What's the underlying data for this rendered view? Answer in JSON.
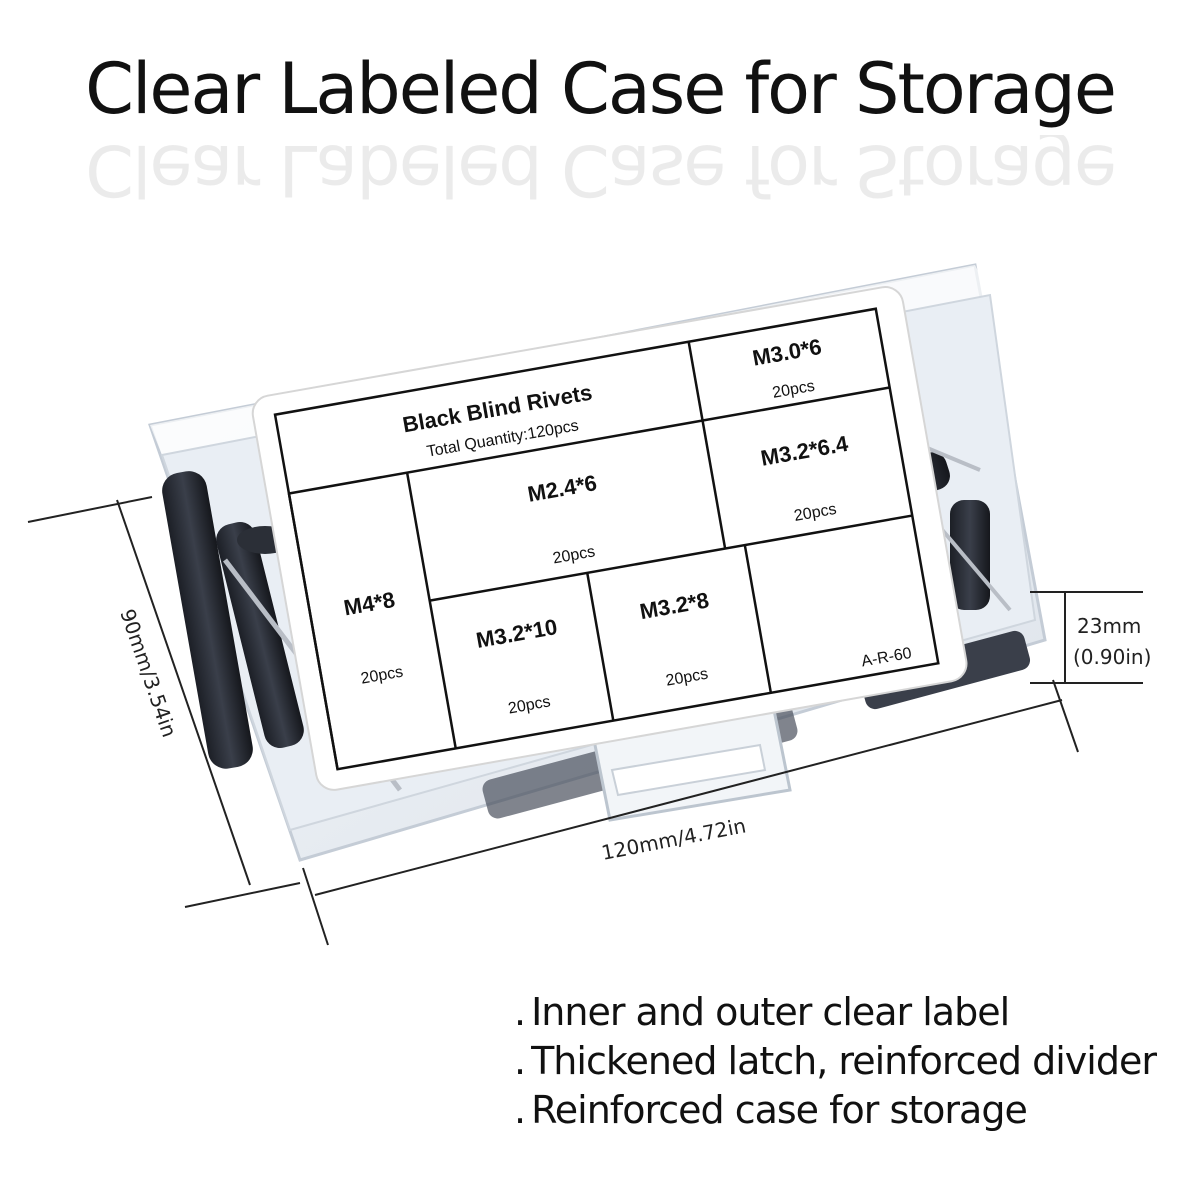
{
  "headline": "Clear Labeled Case for Storage",
  "case_label": {
    "title": "Black Blind Rivets",
    "total": "Total Quantity:120pcs",
    "model": "A-R-60",
    "cells": [
      {
        "size": "M3.0*6",
        "qty": "20pcs"
      },
      {
        "size": "M2.4*6",
        "qty": "20pcs"
      },
      {
        "size": "M4*8",
        "qty": "20pcs"
      },
      {
        "size": "M3.2*10",
        "qty": "20pcs"
      },
      {
        "size": "M3.2*8",
        "qty": "20pcs"
      },
      {
        "size": "M3.2*6.4",
        "qty": "20pcs"
      }
    ]
  },
  "dimensions": {
    "width": "120mm/4.72in",
    "depth": "90mm/3.54in",
    "height_mm": "23mm",
    "height_in": "(0.90in)"
  },
  "features": [
    "Inner and outer clear label",
    "Thickened latch, reinforced divider",
    "Reinforced case for storage"
  ],
  "bullet": "."
}
